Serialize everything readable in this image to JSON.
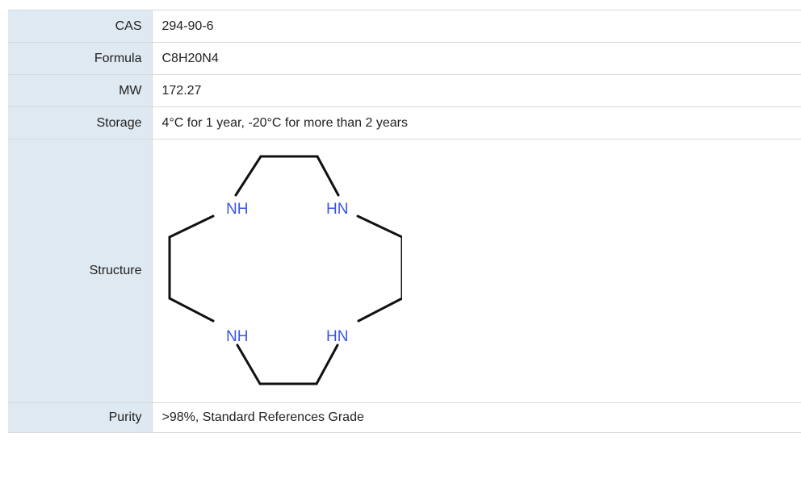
{
  "rows": [
    {
      "label": "CAS",
      "value": "294-90-6"
    },
    {
      "label": "Formula",
      "value": "C8H20N4"
    },
    {
      "label": "MW",
      "value": "172.27"
    },
    {
      "label": "Storage",
      "value": "4°C for 1 year, -20°C for more than 2 years"
    }
  ],
  "structure": {
    "label": "Structure",
    "atoms": [
      "NH",
      "HN",
      "NH",
      "HN"
    ],
    "atom_color": "#3a56e8",
    "bond_color": "#111111"
  },
  "purity": {
    "label": "Purity",
    "value": ">98%, Standard References Grade"
  }
}
